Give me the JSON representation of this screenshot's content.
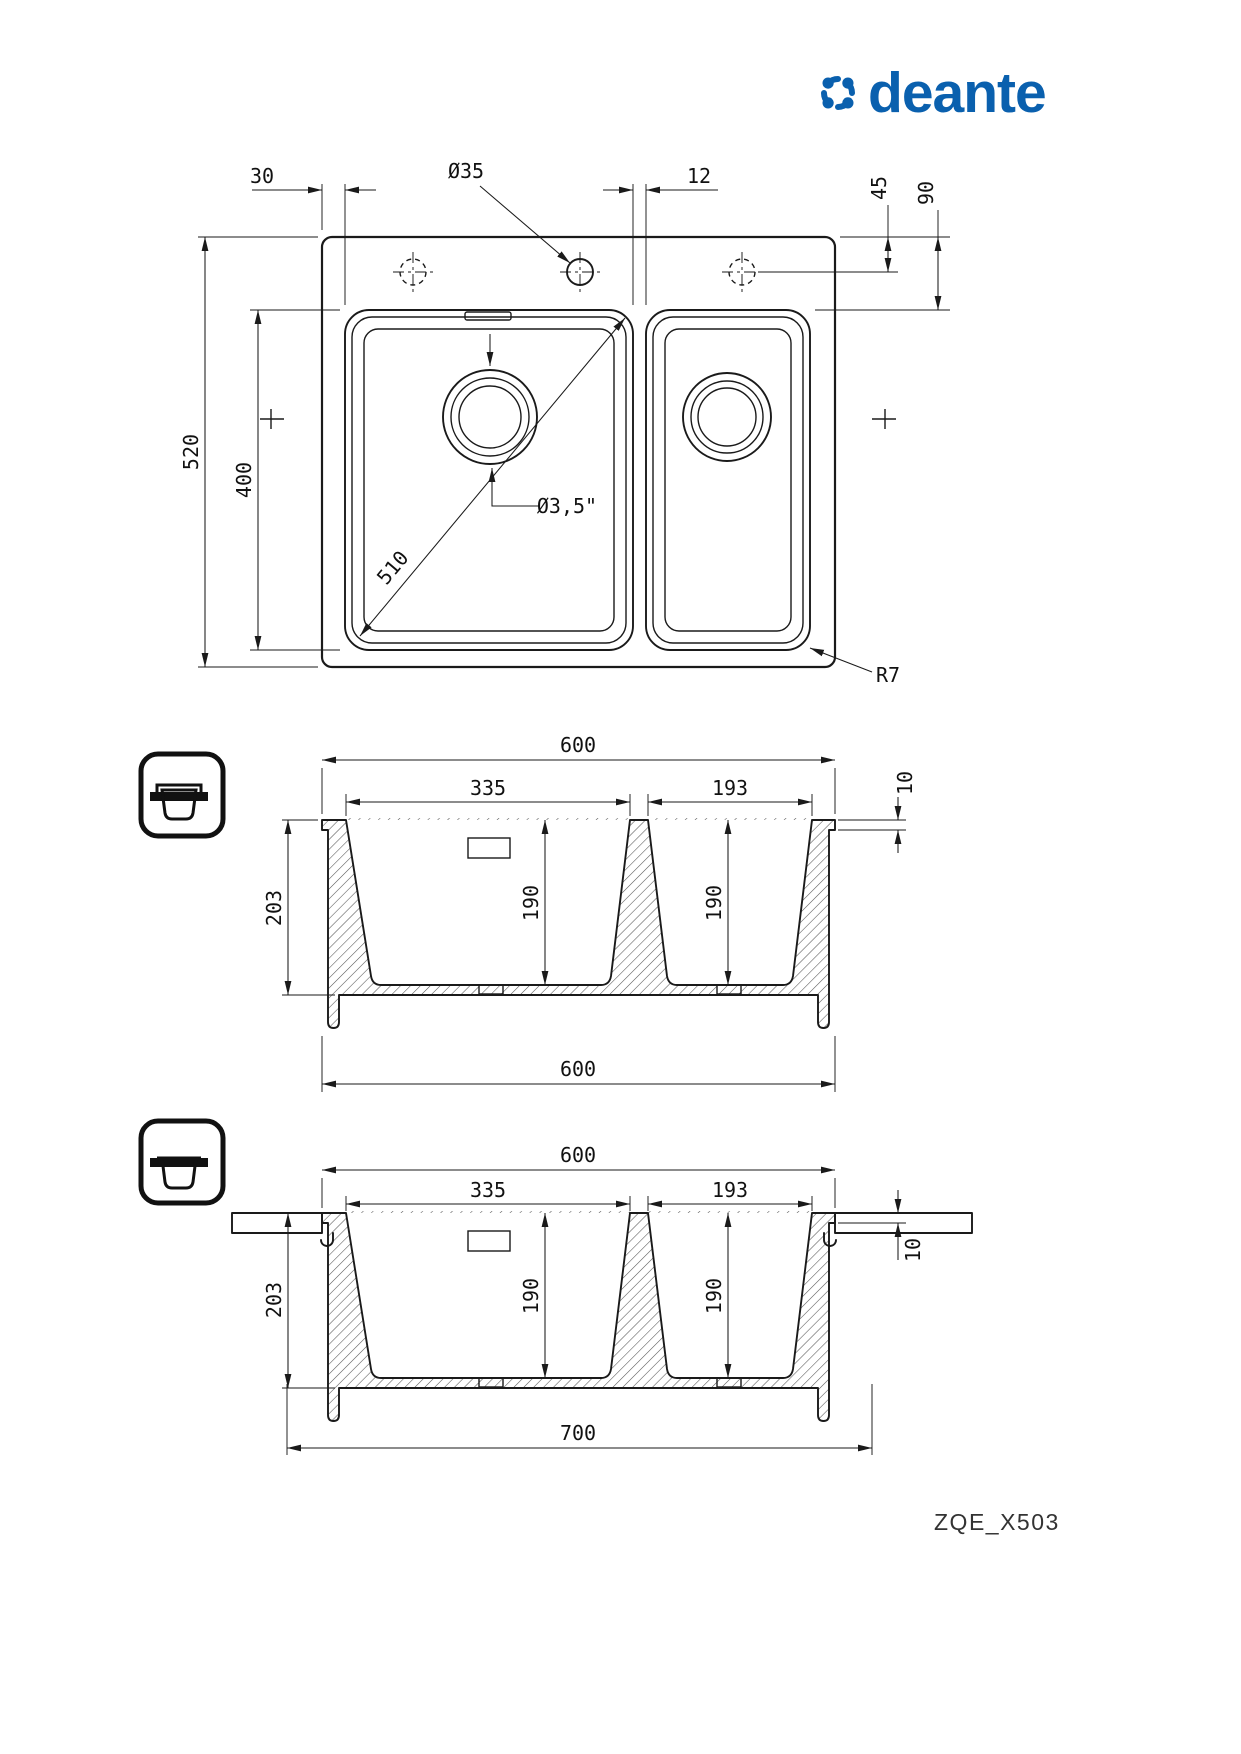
{
  "brand": {
    "name": "deante",
    "color": "#0a60ae"
  },
  "model_code": "ZQE_X503",
  "top_view": {
    "dim_edge_to_bowl": "30",
    "dim_tap_hole_diameter": "Ø35",
    "dim_bowl_gap": "12",
    "dim_hole_offset": "45",
    "dim_top_edge_to_bowl": "90",
    "dim_overall_depth": "520",
    "dim_bowl_length": "400",
    "dim_bowl_diagonal": "510",
    "dim_drain_diameter": "Ø3,5\"",
    "dim_corner_radius": "R7"
  },
  "section_inset": {
    "dim_overall_width": "600",
    "dim_main_bowl_width": "335",
    "dim_second_bowl_width": "193",
    "dim_rim_height": "10",
    "dim_total_depth": "203",
    "dim_main_bowl_depth": "190",
    "dim_second_bowl_depth": "190",
    "dim_overall_width_bottom": "600"
  },
  "section_flush": {
    "dim_overall_width": "600",
    "dim_main_bowl_width": "335",
    "dim_second_bowl_width": "193",
    "dim_rim_height": "10",
    "dim_total_depth": "203",
    "dim_main_bowl_depth": "190",
    "dim_second_bowl_depth": "190",
    "dim_cutout_width": "700"
  }
}
